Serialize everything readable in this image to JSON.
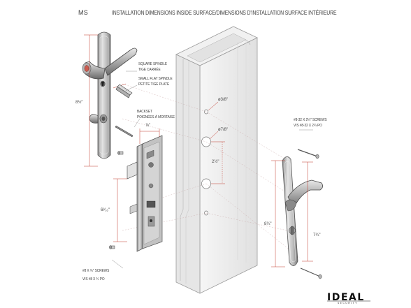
{
  "header": {
    "model": "MS",
    "title": "INSTALLATION DIMENSIONS INSIDE SURFACE/DIMENSIONS D'INSTALLATION SURFACE INTÉRIEURE"
  },
  "labels": {
    "square_spindle_en": "SQUARE SPINDLE",
    "square_spindle_fr": "TIGE CARRÉE",
    "flat_spindle_en": "SMALL FLAT SPINDLE",
    "flat_spindle_fr": "PETITE TIGE PLATE",
    "backset_en": "BACKSET",
    "backset_fr": "POIGNÉES À MORTAISE",
    "screws_long_en": "#8-32 X 2¼\" SCREWS",
    "screws_long_fr": "VIS #8-32 X 2¼ PO",
    "screws_short_en": "#8 X ¾\" SCREWS",
    "screws_short_fr": "VIS #8 X ¾ PO"
  },
  "dimensions": {
    "outer_plate_height": "8½\"",
    "backset": "⅞\"",
    "hole_top": "ø3/8\"",
    "hole_mid": "ø7/8\"",
    "hole_spacing": "2½\"",
    "mortise_length": "6³⁄₁₆\"",
    "inner_plate_height": "8¼\"",
    "inner_hole_spacing": "7¼\""
  },
  "brand": {
    "name": "IDEAL",
    "tagline": "SECURITY"
  },
  "colors": {
    "metal_light": "#d9d9d9",
    "metal_mid": "#a8a8a8",
    "metal_dark": "#555555",
    "dimension_line": "#c0392b",
    "text": "#3a3a3a"
  }
}
